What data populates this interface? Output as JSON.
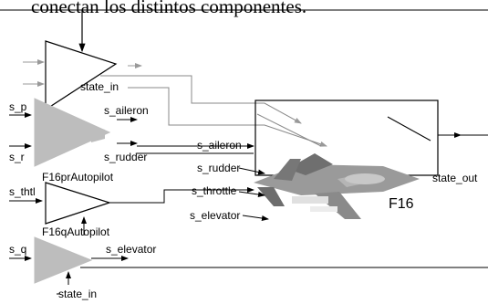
{
  "caption": "conectan los distintos componentes.",
  "blocks": {
    "pr_autopilot": "F16prAutopilot",
    "q_autopilot": "F16qAutopilot",
    "plant": "F16"
  },
  "signals": {
    "state_in_top": "state_in",
    "s_p": "s_p",
    "s_aileron_out": "s_aileron",
    "s_r": "s_r",
    "s_rudder_out": "s_rudder",
    "s_thtl": "s_thtl",
    "s_q": "s_q",
    "s_elevator_out": "s_elevator",
    "state_in_bottom": "state_in",
    "plant_in_aileron": "s_aileron",
    "plant_in_rudder": "s_rudder",
    "plant_in_throttle": "s_throttle",
    "plant_in_elevator": "s_elevator",
    "state_out": "state_out"
  }
}
